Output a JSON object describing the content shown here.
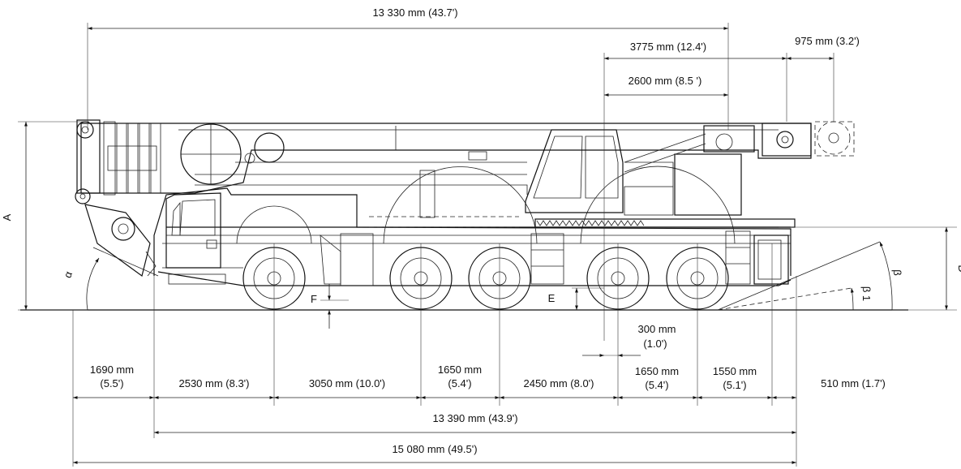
{
  "dimensions": {
    "top": {
      "overall_boom": "13 330 mm (43.7')",
      "d3775": "3775 mm (12.4')",
      "d2600": "2600 mm (8.5 ')",
      "d975": "975 mm (3.2')"
    },
    "mid": {
      "d300_a": "300 mm",
      "d300_b": "(1.0')"
    },
    "bottom_row": {
      "d1690_a": "1690 mm",
      "d1690_b": "(5.5')",
      "d2530": "2530 mm (8.3')",
      "d3050": "3050 mm (10.0')",
      "d1650a_a": "1650 mm",
      "d1650a_b": "(5.4')",
      "d2450": "2450 mm (8.0')",
      "d1650b_a": "1650 mm",
      "d1650b_b": "(5.4')",
      "d1550_a": "1550 mm",
      "d1550_b": "(5.1')",
      "d510": "510 mm (1.7')"
    },
    "d13390": "13 390 mm (43.9')",
    "d15080": "15 080 mm (49.5')"
  },
  "labels": {
    "A": "A",
    "D": "D",
    "E": "E",
    "F": "F",
    "alpha": "α",
    "beta": "β",
    "beta1": "β 1"
  }
}
